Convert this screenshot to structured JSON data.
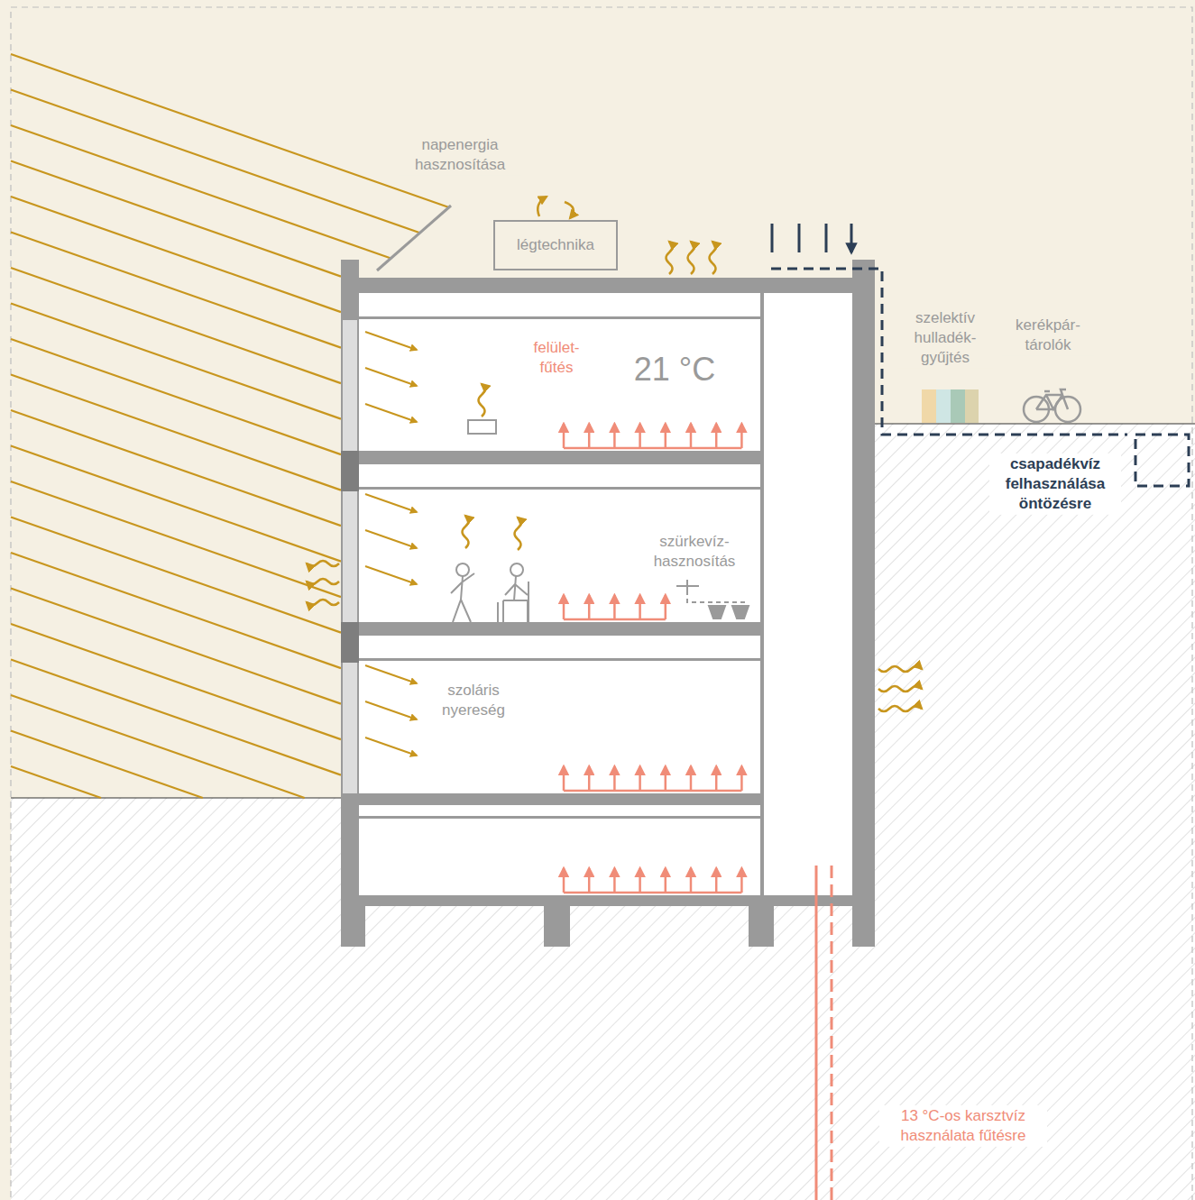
{
  "diagram": {
    "nodes": [
      {
        "text": [
          "légtechnika"
        ]
      }
    ],
    "labels": [
      "napenergia hasznosítása",
      "felület- fűtés",
      "21 °C",
      "szürkevíz- hasznosítás",
      "szoláris nyereség",
      "szelektív hulladék- gyűjtés",
      "kerékpár- tárolók",
      "csapadékvíz felhasználása öntözésre",
      "13 °C-os karsztvíz használata fűtésre"
    ]
  }
}
